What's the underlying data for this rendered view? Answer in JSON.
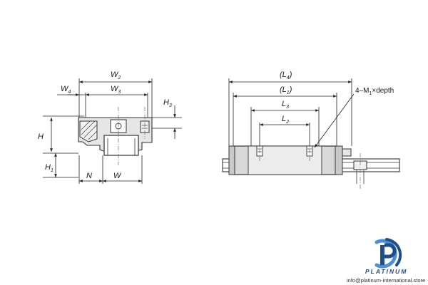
{
  "front_view": {
    "labels": {
      "W2": {
        "base": "W",
        "sub": "2"
      },
      "W4": {
        "base": "W",
        "sub": "4"
      },
      "W3": {
        "base": "W",
        "sub": "3"
      },
      "H": {
        "base": "H",
        "sub": ""
      },
      "H1": {
        "base": "H",
        "sub": "1"
      },
      "H3": {
        "base": "H",
        "sub": "3"
      },
      "N": {
        "base": "N",
        "sub": ""
      },
      "W": {
        "base": "W",
        "sub": ""
      }
    }
  },
  "side_view": {
    "labels": {
      "L4": {
        "open": "(",
        "base": "L",
        "sub": "4",
        "close": ")"
      },
      "L1": {
        "open": "(",
        "base": "L",
        "sub": "1",
        "close": ")"
      },
      "L3": {
        "base": "L",
        "sub": "3"
      },
      "L2": {
        "base": "L",
        "sub": "2"
      }
    },
    "callout": {
      "prefix": "4–M",
      "sub": "1",
      "suffix": "×depth"
    }
  },
  "branding": {
    "logo_icon": "p-circle-logo-icon",
    "logo_text": "PLATINUM",
    "url": "info@platinum-international.store",
    "colors": {
      "logo_blue": "#1f4e8a",
      "logo_light": "#4a90d9"
    }
  }
}
